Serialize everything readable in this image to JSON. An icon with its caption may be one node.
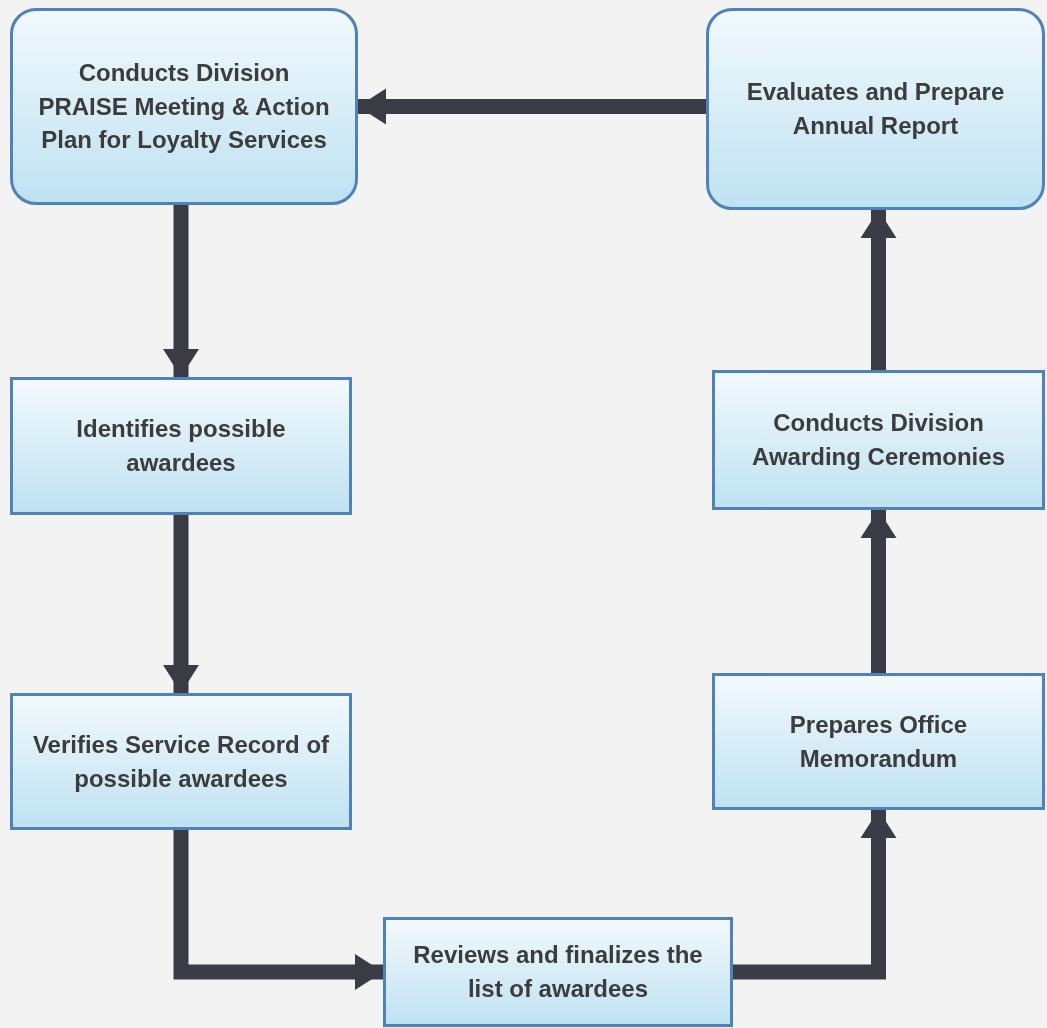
{
  "diagram": {
    "nodes": [
      {
        "text": [
          "Conducts Division PRAISE Meeting & Action Plan for Loyalty Services"
        ]
      },
      {
        "text": [
          "Identifies possible awardees"
        ]
      },
      {
        "text": [
          "Verifies Service Record of possible awardees"
        ]
      },
      {
        "text": [
          "Reviews and finalizes the list of awardees"
        ]
      },
      {
        "text": [
          "Prepares Office Memorandum"
        ]
      },
      {
        "text": [
          "Conducts Division Awarding Ceremonies"
        ]
      },
      {
        "text": [
          "Evaluates and Prepare Annual Report"
        ]
      }
    ],
    "edges": [
      {
        "from": 0,
        "to": 1,
        "arrow": "to"
      },
      {
        "from": 1,
        "to": 2,
        "arrow": "to"
      },
      {
        "from": 2,
        "to": 3,
        "arrow": "to"
      },
      {
        "from": 3,
        "to": 4,
        "arrow": "to"
      },
      {
        "from": 4,
        "to": 5,
        "arrow": "to"
      },
      {
        "from": 5,
        "to": 6,
        "arrow": "to"
      },
      {
        "from": 6,
        "to": 0,
        "arrow": "to"
      }
    ]
  }
}
